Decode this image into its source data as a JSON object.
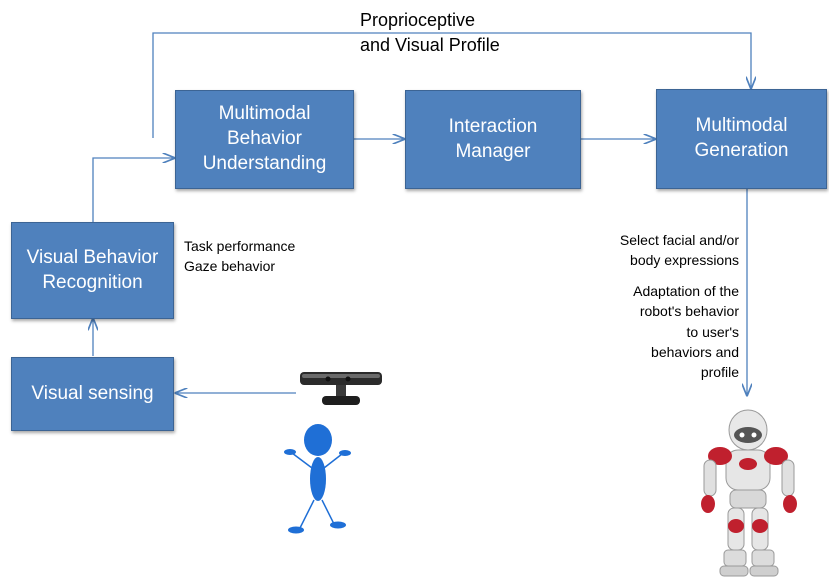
{
  "colors": {
    "box_fill": "#4f81bd",
    "arrow": "#4f81bd",
    "person": "#1f6fd6",
    "robot_accent": "#c0202e"
  },
  "top_label": "Proprioceptive\nand Visual Profile",
  "boxes": {
    "understanding": "Multimodal\nBehavior\nUnderstanding",
    "interaction": "Interaction\nManager",
    "generation": "Multimodal\nGeneration",
    "recognition": "Visual Behavior\nRecognition",
    "sensing": "Visual sensing"
  },
  "recognition_notes": "Task performance\nGaze behavior",
  "generation_notes": {
    "select": "Select facial  and/or\nbody expressions",
    "adaptation": "Adaptation of the\nrobot's behavior\nto user's\nbehaviors and\nprofile"
  },
  "icons": {
    "sensor": "depth-camera-icon",
    "person": "stick-figure-person-icon",
    "robot": "humanoid-robot-icon"
  }
}
